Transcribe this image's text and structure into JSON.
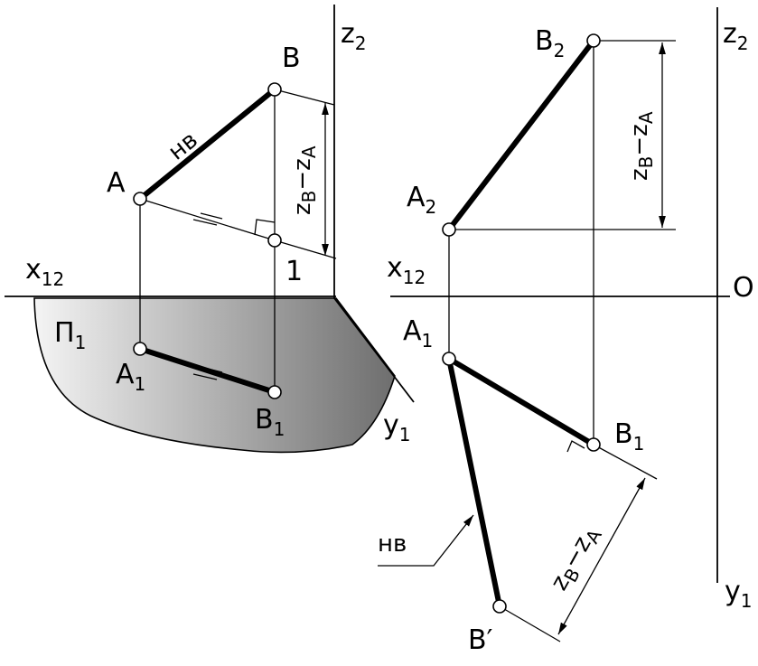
{
  "labels": {
    "left": {
      "z": "z",
      "z_sub": "2",
      "B": "B",
      "A": "A",
      "one": "1",
      "x": "x",
      "x_sub": "12",
      "pi": "Π",
      "pi_sub": "1",
      "A1": "A",
      "A1_sub": "1",
      "B1": "B",
      "B1_sub": "1",
      "y": "y",
      "y_sub": "1",
      "true_length": "нв",
      "dim": "z",
      "dim_sub1": "B",
      "dim_mid": "−z",
      "dim_sub2": "A"
    },
    "right": {
      "z": "z",
      "z_sub": "2",
      "B2": "B",
      "B2_sub": "2",
      "A2": "A",
      "A2_sub": "2",
      "x": "x",
      "x_sub": "12",
      "O": "O",
      "A1": "A",
      "A1_sub": "1",
      "B1": "B",
      "B1_sub": "1",
      "Bprime": "B′",
      "y": "y",
      "y_sub": "1",
      "true_length": "нв",
      "dim_top": "z",
      "dim_top_sub1": "B",
      "dim_top_mid": "−z",
      "dim_top_sub2": "A",
      "dim_bottom": "z",
      "dim_bottom_sub1": "B",
      "dim_bottom_mid": "−z",
      "dim_bottom_sub2": "A"
    }
  },
  "colors": {
    "plane_light": "#f4f4f4",
    "plane_dark": "#6e6e6e",
    "line": "#000000",
    "background": "#ffffff"
  }
}
